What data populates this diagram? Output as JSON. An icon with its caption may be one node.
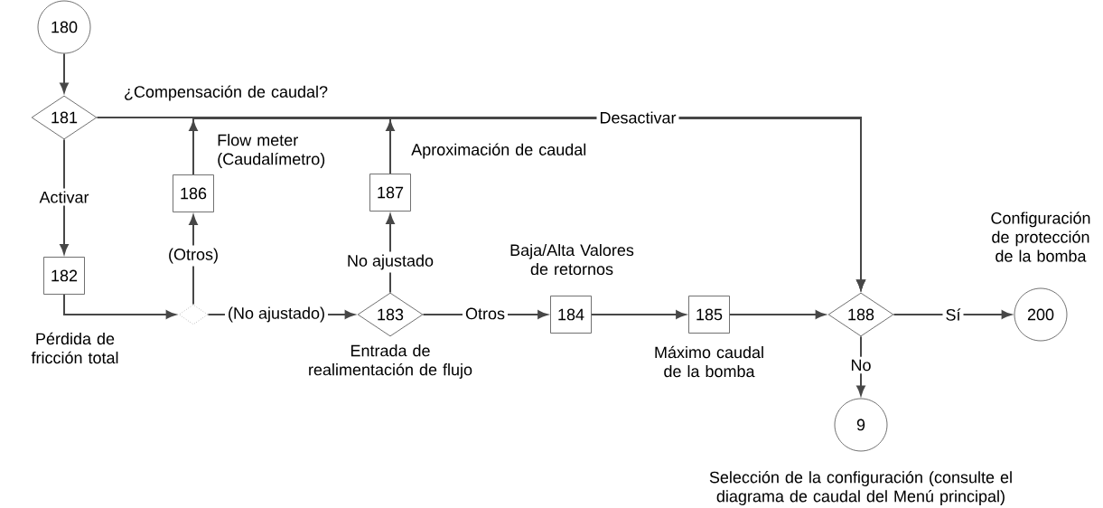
{
  "diagram": {
    "nodes": [
      {
        "text": [
          "180"
        ]
      },
      {
        "text": [
          "181"
        ],
        "beside": [
          "¿Compensación de caudal?"
        ]
      },
      {
        "text": [
          "182"
        ],
        "beside": [
          "Pérdida de fricción total"
        ]
      },
      {
        "text": [],
        "shape": "diamond"
      },
      {
        "text": [
          "186"
        ],
        "beside": [
          "Flow meter (Caudalímetro)"
        ]
      },
      {
        "text": [
          "183"
        ],
        "beside": [
          "Entrada de realimentación de flujo"
        ]
      },
      {
        "text": [
          "187"
        ],
        "beside": [
          "Aproximación de caudal"
        ]
      },
      {
        "text": [
          "184"
        ],
        "beside": [
          "Baja/Alta Valores de retornos"
        ]
      },
      {
        "text": [
          "185"
        ],
        "beside": [
          "Máximo caudal de la bomba"
        ]
      },
      {
        "text": [
          "188"
        ]
      },
      {
        "text": [
          "200"
        ],
        "beside": [
          "Configuración de protección de la bomba"
        ]
      },
      {
        "text": [
          "9"
        ],
        "beside": [
          "Selección de la configuración (consulte el diagrama de caudal del Menú principal)"
        ]
      }
    ],
    "edges": [
      {
        "from": 0,
        "to": 1,
        "arrow": "to"
      },
      {
        "from": 1,
        "to": 2,
        "arrow": "to",
        "label": "Activar"
      },
      {
        "from": 1,
        "to": 9,
        "arrow": "to",
        "label": "Desactivar"
      },
      {
        "from": 2,
        "to": 3,
        "arrow": "to"
      },
      {
        "from": 3,
        "to": 4,
        "arrow": "to",
        "label": "(Otros)"
      },
      {
        "from": 4,
        "to": 9,
        "arrow": "to"
      },
      {
        "from": 3,
        "to": 5,
        "arrow": "to",
        "label": "(No ajustado)"
      },
      {
        "from": 5,
        "to": 6,
        "arrow": "to",
        "label": "No ajustado"
      },
      {
        "from": 6,
        "to": 9,
        "arrow": "to"
      },
      {
        "from": 5,
        "to": 7,
        "arrow": "to",
        "label": "Otros"
      },
      {
        "from": 7,
        "to": 8,
        "arrow": "to"
      },
      {
        "from": 8,
        "to": 9,
        "arrow": "to"
      },
      {
        "from": 9,
        "to": 10,
        "arrow": "to",
        "label": "Sí"
      },
      {
        "from": 9,
        "to": 11,
        "arrow": "to",
        "label": "No"
      }
    ]
  }
}
